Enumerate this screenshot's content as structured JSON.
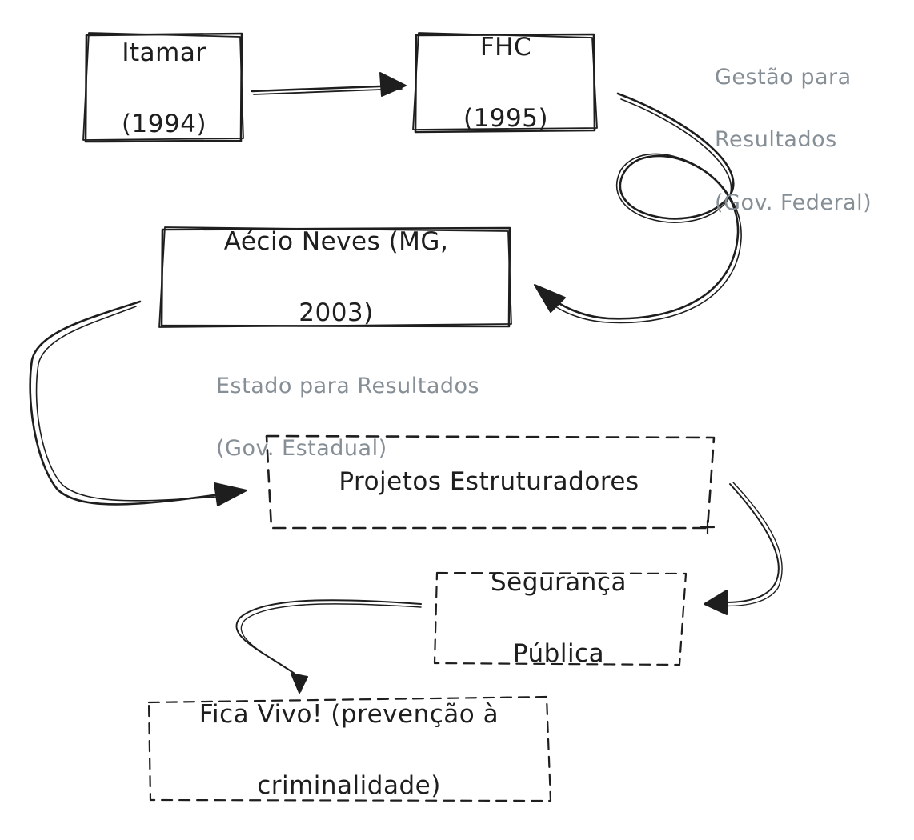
{
  "diagram": {
    "colors": {
      "stroke": "#1e1e1e",
      "note": "#868e96",
      "background": "#ffffff"
    },
    "nodes": {
      "itamar": {
        "line1": "Itamar",
        "line2": "(1994)"
      },
      "fhc": {
        "line1": "FHC",
        "line2": "(1995)"
      },
      "aecio": {
        "line1": "Aécio Neves (MG,",
        "line2": "2003)"
      },
      "projetos": {
        "label": "Projetos Estruturadores"
      },
      "seguranca": {
        "line1": "Segurança",
        "line2": "Pública"
      },
      "fica_vivo": {
        "line1": "Fica Vivo! (prevenção à",
        "line2": "criminalidade)"
      }
    },
    "notes": {
      "gestao": {
        "line1": "Gestão para",
        "line2": "Resultados",
        "line3": "(Gov. Federal)"
      },
      "estado": {
        "line1": "Estado para Resultados",
        "line2": "(Gov. Estadual)"
      }
    },
    "edges": [
      {
        "from": "Itamar",
        "to": "FHC"
      },
      {
        "from": "FHC",
        "to": "Aécio Neves"
      },
      {
        "from": "Aécio Neves",
        "to": "Projetos Estruturadores"
      },
      {
        "from": "Projetos Estruturadores",
        "to": "Segurança Pública"
      },
      {
        "from": "Segurança Pública",
        "to": "Fica Vivo!"
      }
    ]
  }
}
